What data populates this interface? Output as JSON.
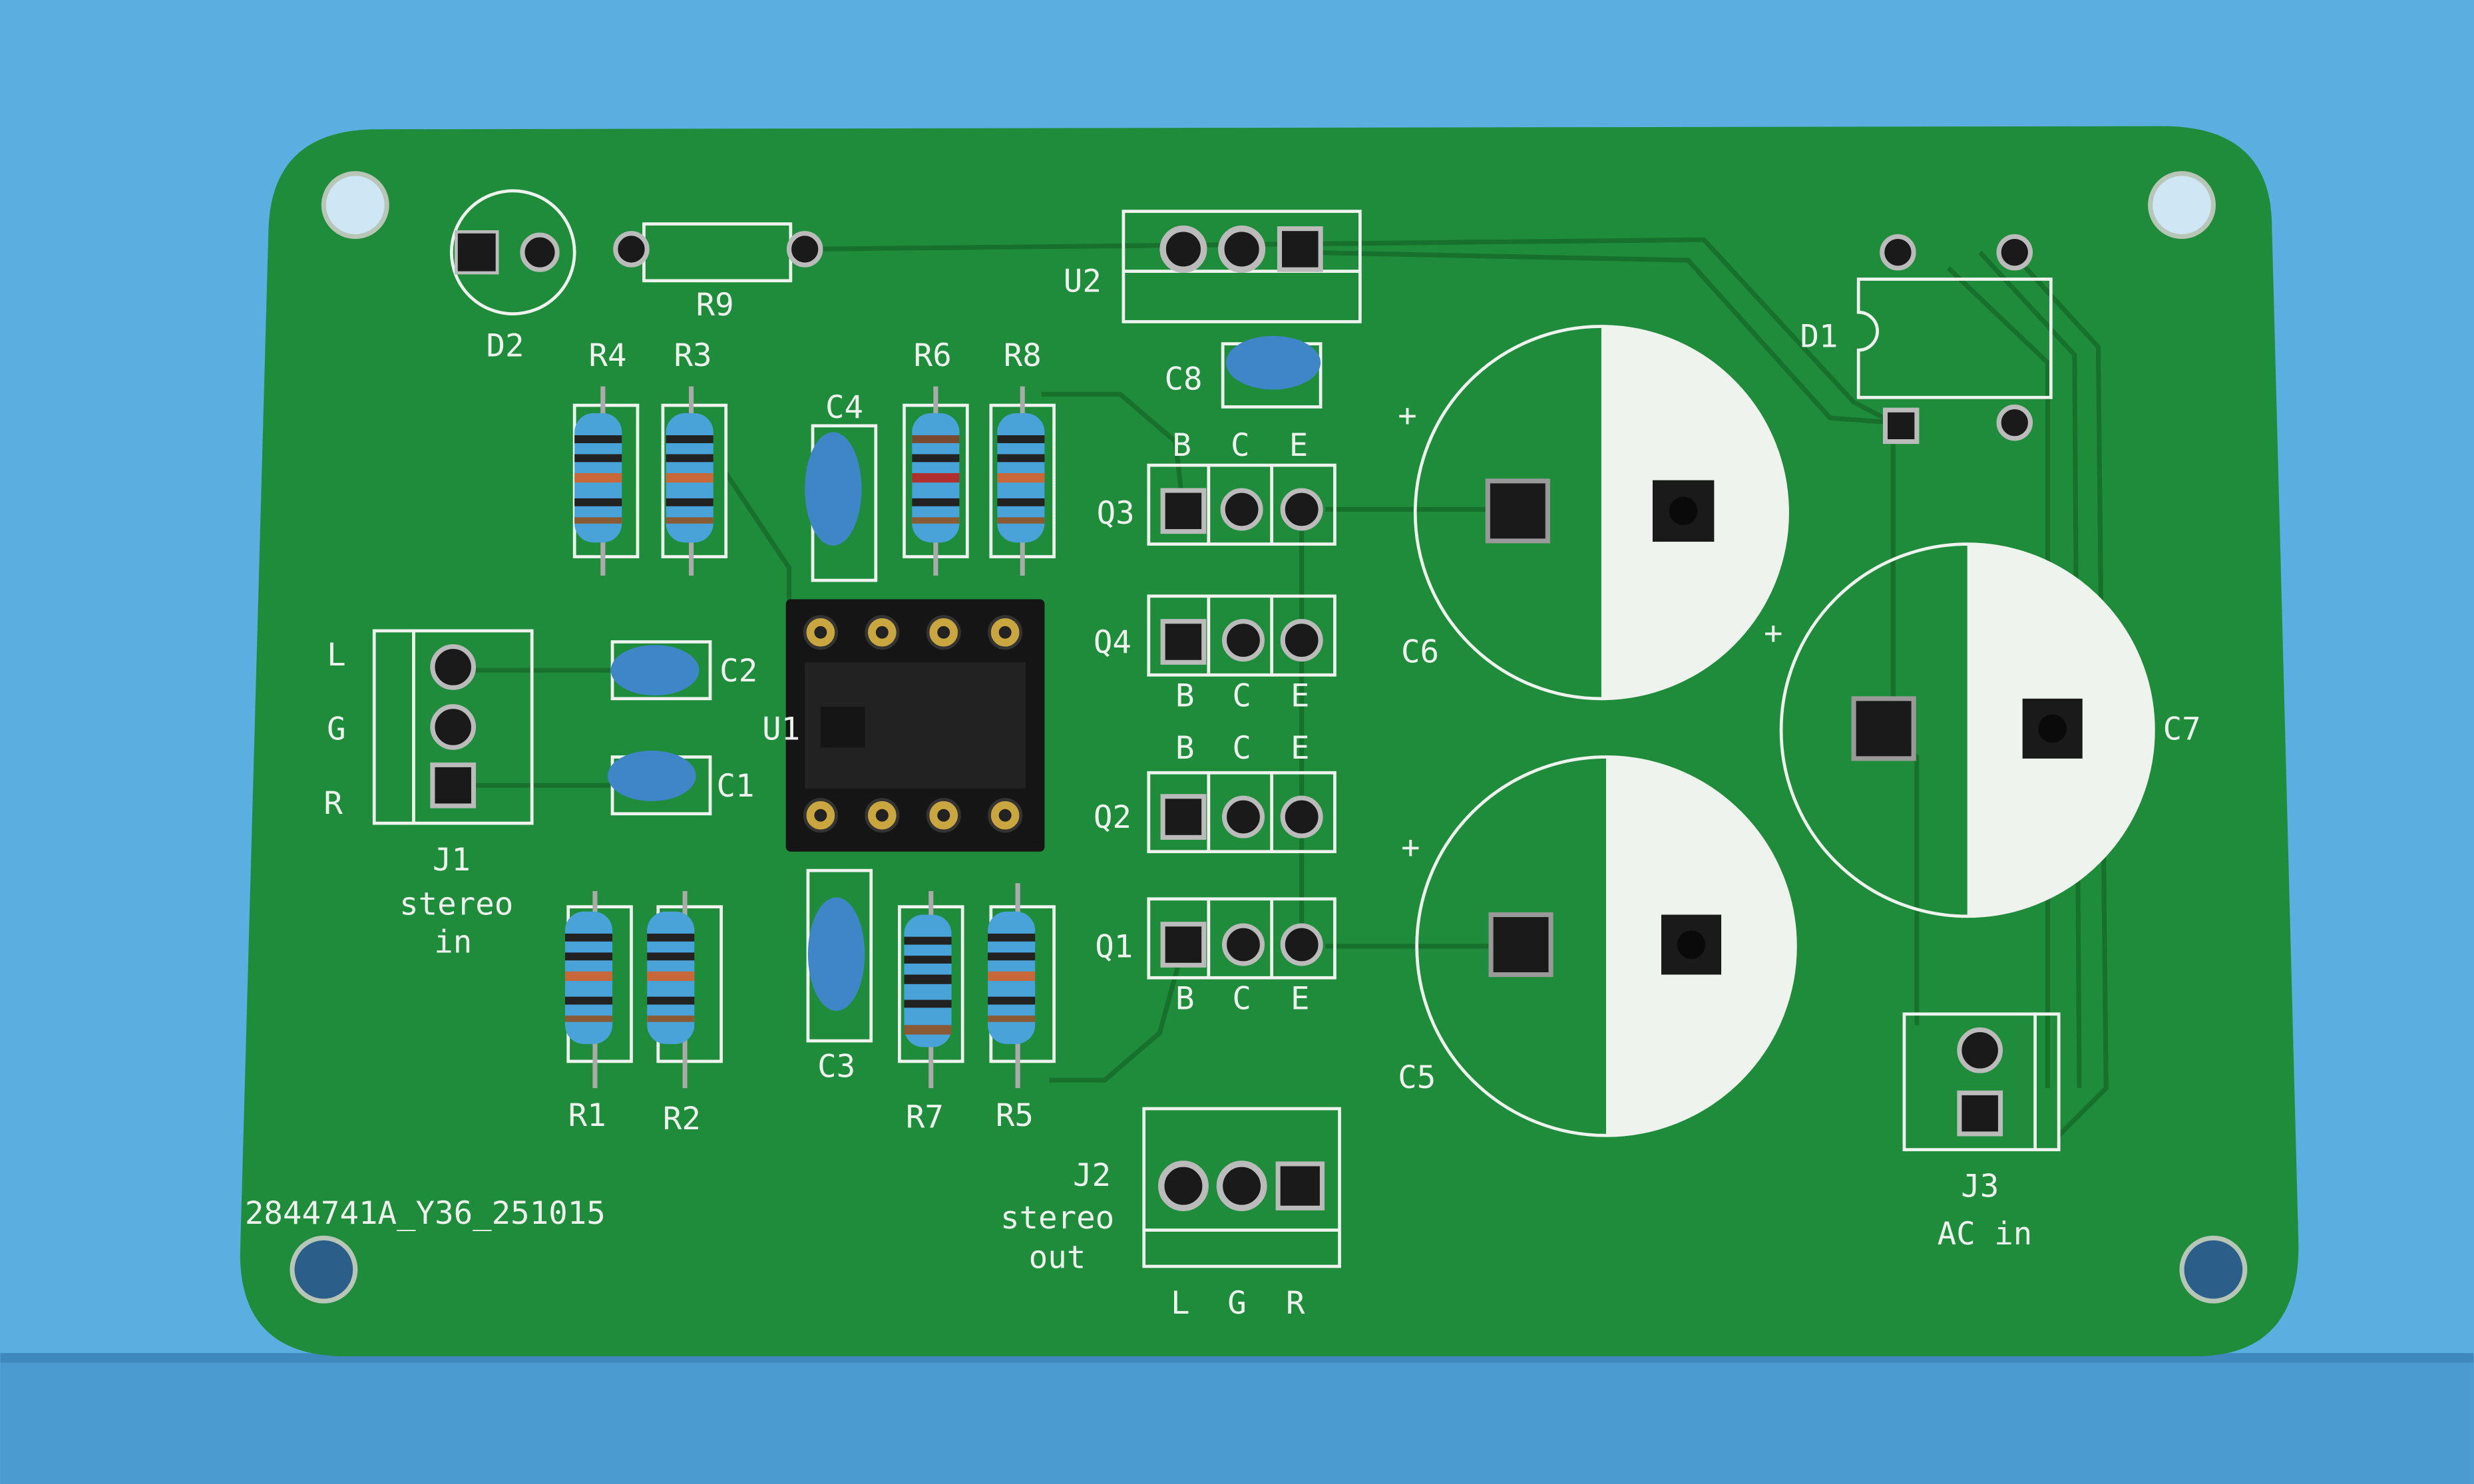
{
  "board": {
    "board_id": "2844741A_Y36_251015",
    "colors": {
      "solder_mask": "#1f8c3b",
      "silkscreen": "#eef3ee",
      "background": "#5aaee0",
      "resistor_body": "#4aa3d8",
      "capacitor_body": "#3f86c9"
    }
  },
  "refs": {
    "D1": "D1",
    "D2": "D2",
    "R1": "R1",
    "R2": "R2",
    "R3": "R3",
    "R4": "R4",
    "R5": "R5",
    "R6": "R6",
    "R7": "R7",
    "R8": "R8",
    "R9": "R9",
    "C1": "C1",
    "C2": "C2",
    "C3": "C3",
    "C4": "C4",
    "C5": "C5",
    "C6": "C6",
    "C7": "C7",
    "C8": "C8",
    "U1": "U1",
    "U2": "U2",
    "Q1": "Q1",
    "Q2": "Q2",
    "Q3": "Q3",
    "Q4": "Q4",
    "J1": "J1",
    "J2": "J2",
    "J3": "J3"
  },
  "pins": {
    "transistor": [
      "B",
      "C",
      "E"
    ],
    "audio": [
      "L",
      "G",
      "R"
    ],
    "polarity": "+"
  },
  "connectors": {
    "j1_desc": [
      "stereo",
      "in"
    ],
    "j2_desc": [
      "stereo",
      "out"
    ],
    "j3_desc": "AC in"
  }
}
